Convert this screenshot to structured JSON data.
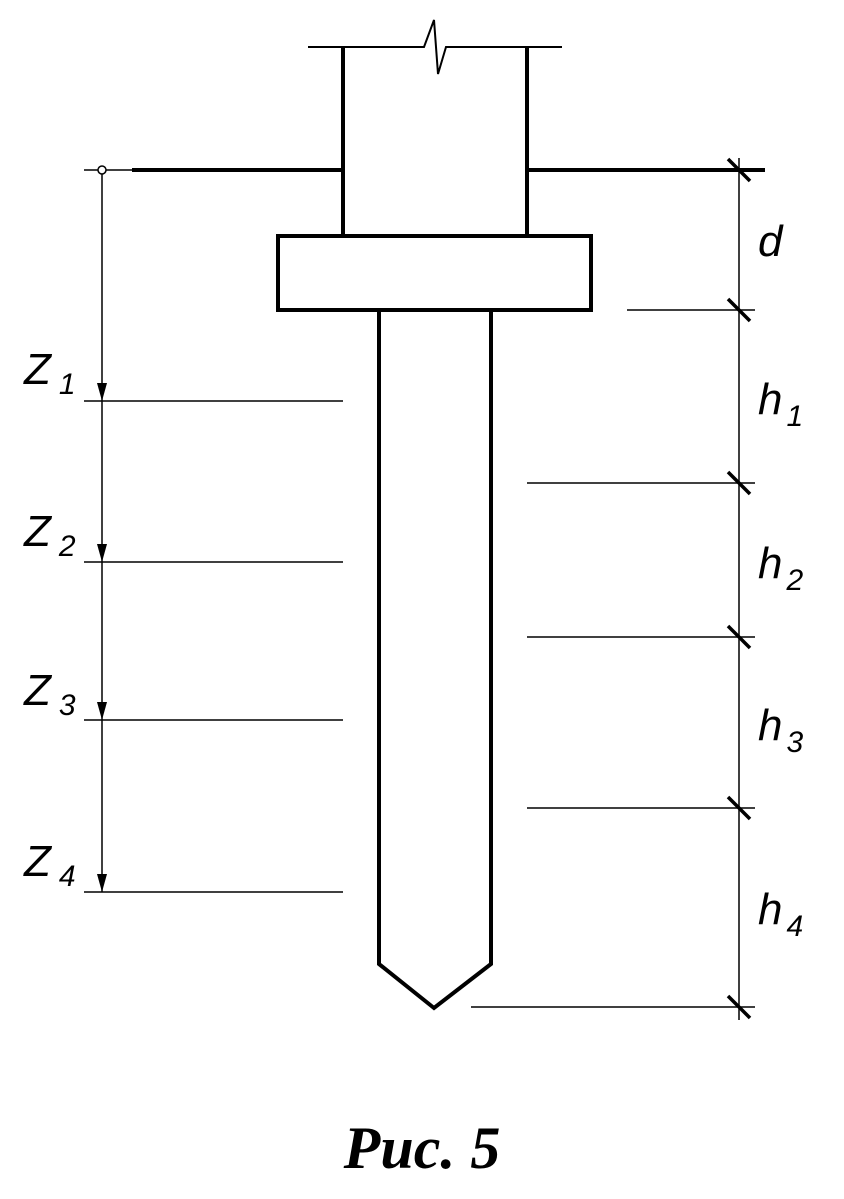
{
  "labels": {
    "d": "d",
    "h": [
      {
        "main": "h",
        "sub": "1"
      },
      {
        "main": "h",
        "sub": "2"
      },
      {
        "main": "h",
        "sub": "3"
      },
      {
        "main": "h",
        "sub": "4"
      }
    ],
    "z": [
      {
        "main": "Z",
        "sub": "1"
      },
      {
        "main": "Z",
        "sub": "2"
      },
      {
        "main": "Z",
        "sub": "3"
      },
      {
        "main": "Z",
        "sub": "4"
      }
    ]
  },
  "caption": "Рис. 5"
}
